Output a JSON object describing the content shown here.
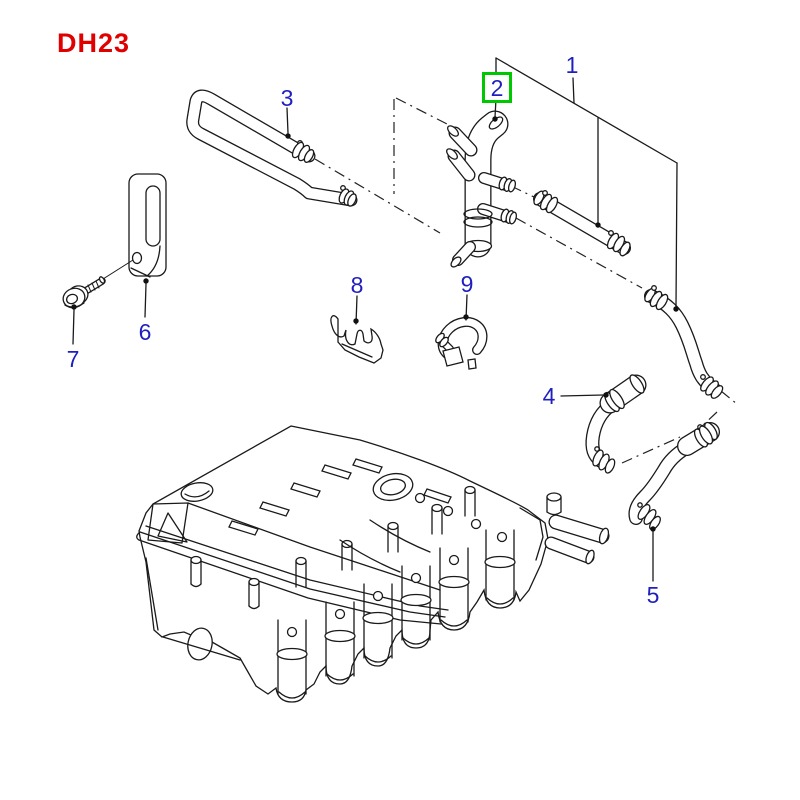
{
  "diagram": {
    "code": "DH23",
    "selected_part_number": "2",
    "parts": [
      {
        "number": "1"
      },
      {
        "number": "2"
      },
      {
        "number": "3"
      },
      {
        "number": "4"
      },
      {
        "number": "5"
      },
      {
        "number": "6"
      },
      {
        "number": "7"
      },
      {
        "number": "8"
      },
      {
        "number": "9"
      }
    ],
    "colors": {
      "part_label": "#1f1fc0",
      "diagram_code": "#e00000",
      "selection_highlight": "#00c800",
      "line_art": "#1a1a1a",
      "background": "#ffffff"
    }
  }
}
